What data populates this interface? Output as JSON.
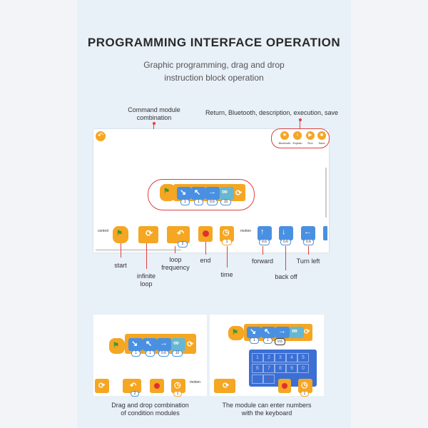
{
  "header": {
    "title": "PROGRAMMING INTERFACE OPERATION",
    "subtitle_line1": "Graphic programming, drag and drop",
    "subtitle_line2": "instruction block operation"
  },
  "notes": {
    "combo_line1": "Command module",
    "combo_line2": "combination",
    "toolbar_desc": "Return, Bluetooth, description, execution, save"
  },
  "toolbar": {
    "bluetooth": "Bluetooth",
    "explain": "Explain",
    "run": "Run",
    "save": "Save"
  },
  "combo_values": [
    "1",
    "1",
    "0.6",
    "10"
  ],
  "palette": {
    "control_label": "control",
    "motion_label": "motion",
    "loop_value": "2",
    "time_value": "1",
    "move_values": [
      "0.6",
      "0.6",
      "0.6"
    ]
  },
  "callouts": {
    "start": "start",
    "infinite_loop_1": "infinite",
    "infinite_loop_2": "loop",
    "loop_frequency_1": "loop",
    "loop_frequency_2": "frequency",
    "end": "end",
    "time": "time",
    "forward": "forward",
    "back_off": "back off",
    "turn_left": "Turn left"
  },
  "bottom_left": {
    "values": [
      "1",
      "1",
      "0.6",
      "10"
    ],
    "palette_value": "2",
    "palette_time": "1",
    "motion_label": "motion",
    "caption_line1": "Drag and drop combination",
    "caption_line2": "of condition modules"
  },
  "bottom_right": {
    "values": [
      "1",
      "1",
      "0.6"
    ],
    "keyboard_keys": [
      "1",
      "2",
      "3",
      "4",
      "5",
      "6",
      "7",
      "8",
      "9",
      "0"
    ],
    "palette_value": "1",
    "caption_line1": "The module can enter numbers",
    "caption_line2": "with the keyboard"
  }
}
